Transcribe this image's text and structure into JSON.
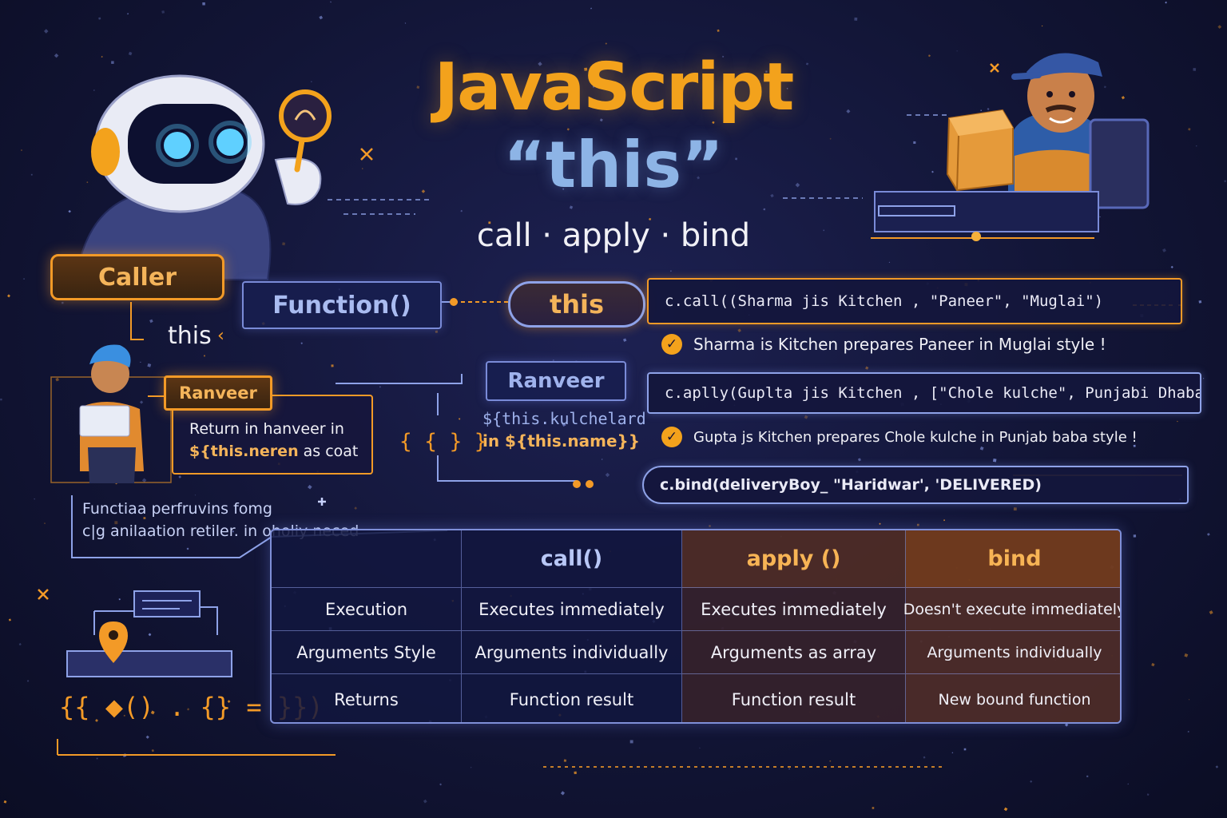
{
  "title": {
    "main": "JavaScript",
    "keyword": "“this”",
    "subtitle": "call · apply · bind"
  },
  "flow": {
    "caller": "Caller",
    "caller_this": "this",
    "function": "Function()",
    "this_node": "this",
    "ranveer_node": "Ranveer",
    "ranveer_code_1": "${this.kulchelard",
    "ranveer_code_2": "in ${this.name}}",
    "braces": "{ { } }"
  },
  "ranveer_card": {
    "label": "Ranveer",
    "line1": "Return in hanveer in",
    "line2_code": "${this.neren",
    "line2_rest": "as coat"
  },
  "note": {
    "line1": "Functiaa perfruvins fomg",
    "line2": "c|g anilaation retiler. in oholiy neced"
  },
  "examples": {
    "call": {
      "code": "c.call((Sharma  jis Kitchen ,  \"Paneer\",  \"Muglai\")",
      "result": "Sharma is Kitchen prepares Paneer in Muglai style !"
    },
    "apply": {
      "code": "c.aplly(Guplta  jis Kitchen , [\"Chole kulche\", Punjabi Dhaba\"]",
      "result": "Gupta js Kitchen prepares Chole kulche in Punjab baba style !"
    },
    "bind": {
      "code": "c.bind(deliveryBoy_  \"Haridwar',  'DELIVERED)"
    }
  },
  "bottom_code": "{{ ⬥() . {} = }})",
  "table": {
    "headers": [
      "",
      "call()",
      "apply ()",
      "bind"
    ],
    "rows": [
      [
        "Execution",
        "Executes immediately",
        "Executes immediately",
        "Doesn't execute immediately"
      ],
      [
        "Arguments Style",
        "Arguments individually",
        "Arguments as array",
        "Arguments individually"
      ],
      [
        "Returns",
        "Function result",
        "Function result",
        "New bound function"
      ]
    ]
  },
  "colors": {
    "accent_orange": "#f39a27",
    "accent_blue": "#8db4e6",
    "background": "#121536",
    "check_color": "#f3a21c"
  },
  "icons": [
    "robot-mascot-icon",
    "magnifier-icon",
    "delivery-boy-icon",
    "package-icon",
    "laptop-icon",
    "ranveer-avatar-icon",
    "location-pin-icon",
    "check-icon"
  ]
}
